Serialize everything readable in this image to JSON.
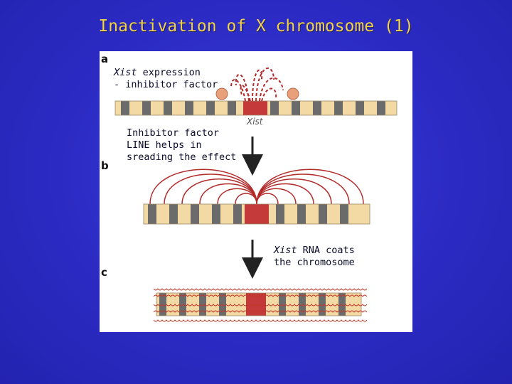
{
  "title": "Inactivation of X chromosome (1)",
  "panels": [
    {
      "label": "a",
      "gene": "Xist"
    },
    {
      "label": "b"
    },
    {
      "label": "c"
    }
  ],
  "annotations": {
    "a_line1_italic": "Xist",
    "a_line1_rest": " expression",
    "a_line2": "- inhibitor factor",
    "b_text": "Inhibitor factor\nLINE helps in\nsreading the effect",
    "c_line1_italic": "Xist",
    "c_line1_rest": " RNA coats",
    "c_line2": "the chromosome"
  },
  "colors": {
    "background": "#2b2bc4",
    "title": "#f2d24a",
    "chromosome_band_light": "#f3d9a4",
    "chromosome_band_dark": "#6b6b6b",
    "xist_locus": "#c43a3a",
    "rna": "#b22a2a",
    "inhibitor": "#e8a07a"
  }
}
